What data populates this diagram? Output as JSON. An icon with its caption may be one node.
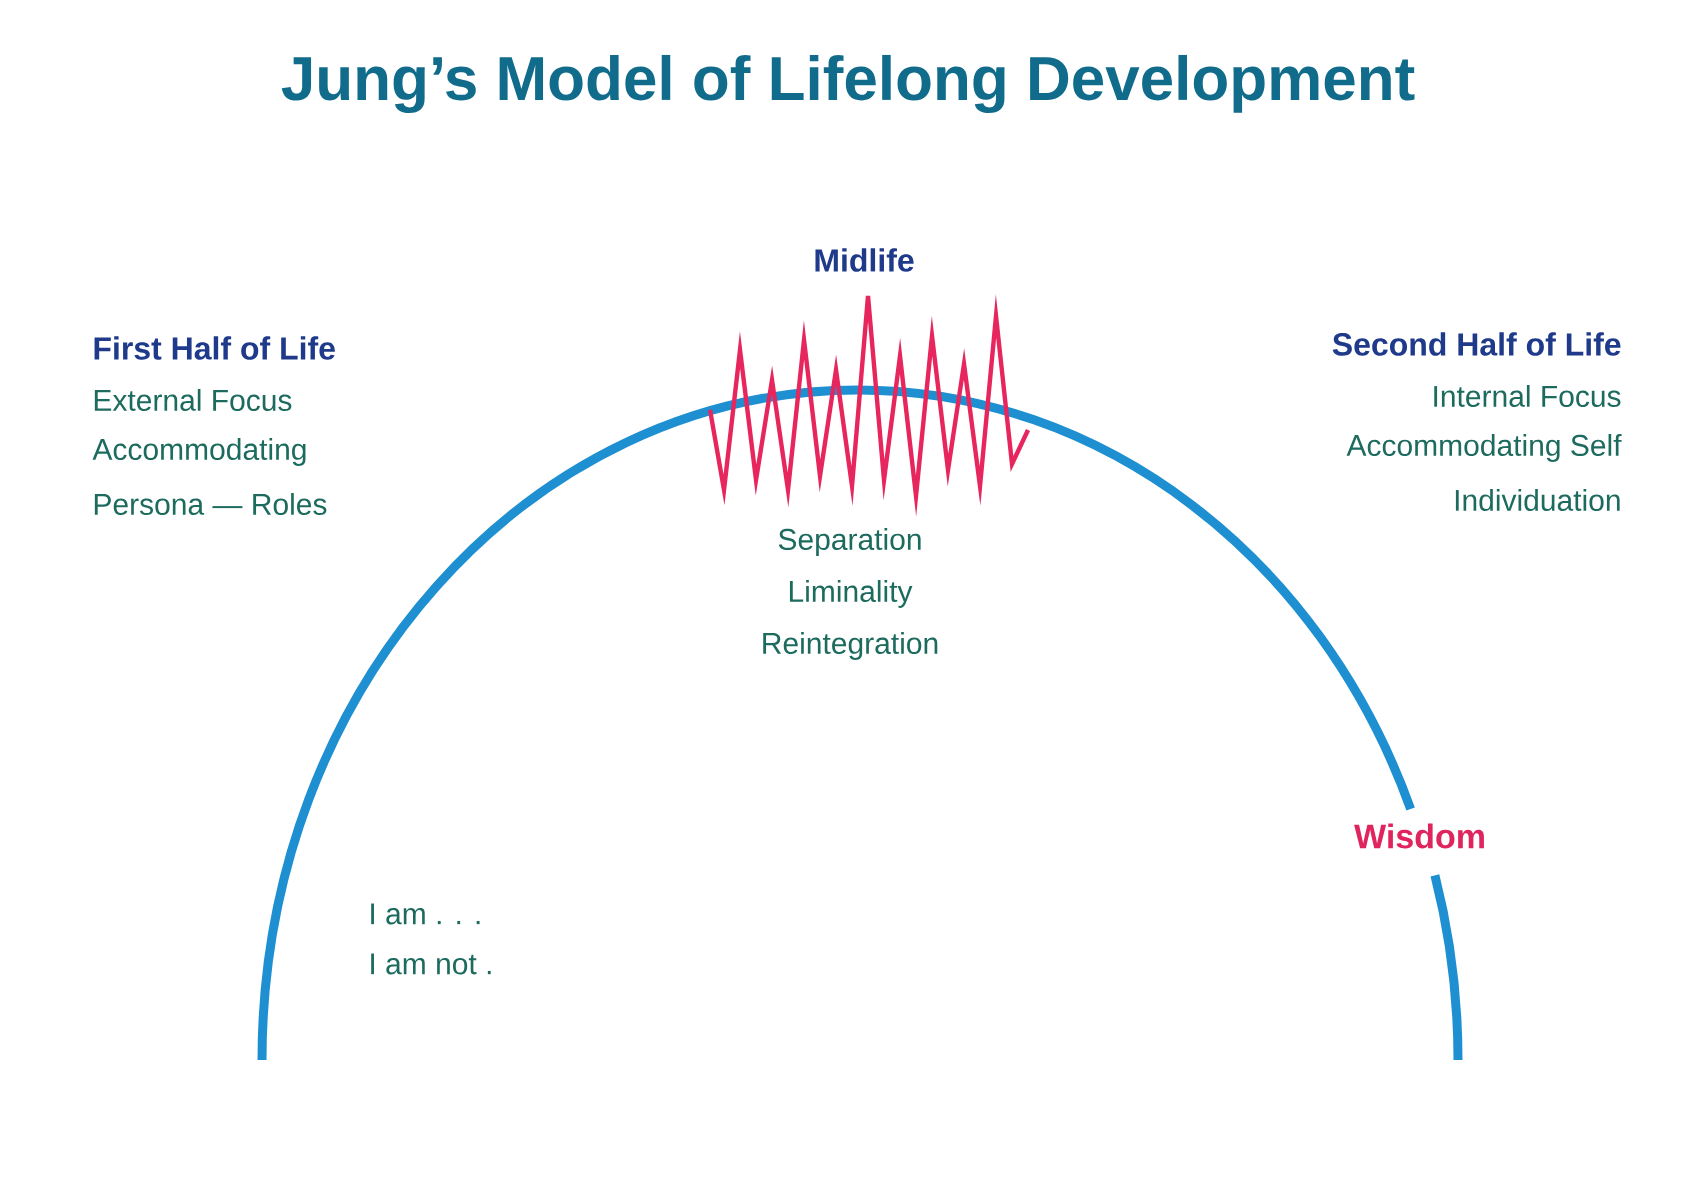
{
  "diagram": {
    "title": "Jung’s Model of Lifelong Development",
    "labels": [
      "Midlife",
      "First Half of Life",
      "External Focus",
      "Accommodating",
      "Persona — Roles",
      "Second Half of Life",
      "Internal Focus",
      "Accommodating Self",
      "Individuation",
      "Separation",
      "Liminality",
      "Reintegration",
      "Wisdom",
      "I am . . .",
      "I am not ."
    ]
  }
}
